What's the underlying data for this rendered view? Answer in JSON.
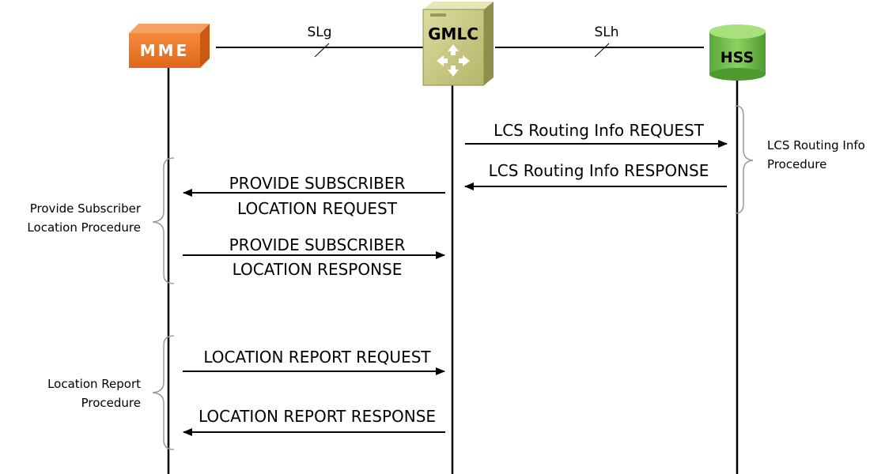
{
  "entities": {
    "mme": "MME",
    "gmlc": "GMLC",
    "hss": "HSS"
  },
  "interfaces": {
    "slg": "SLg",
    "slh": "SLh"
  },
  "messages": {
    "lcs_req": "LCS Routing Info REQUEST",
    "lcs_resp": "LCS Routing Info RESPONSE",
    "psl_req_1": "PROVIDE SUBSCRIBER",
    "psl_req_2": "LOCATION REQUEST",
    "psl_resp_1": "PROVIDE SUBSCRIBER",
    "psl_resp_2": "LOCATION RESPONSE",
    "lr_req": "LOCATION REPORT REQUEST",
    "lr_resp": "LOCATION REPORT RESPONSE"
  },
  "procedures": {
    "lcs_1": "LCS Routing Info",
    "lcs_2": "Procedure",
    "psl_1": "Provide Subscriber",
    "psl_2": "Location Procedure",
    "lr_1": "Location Report",
    "lr_2": "Procedure"
  },
  "colors": {
    "mme": "#f07a2a",
    "gmlc": "#c9c97f",
    "hss": "#6fb84a",
    "line": "#000000",
    "brace": "#9a9a9a"
  }
}
